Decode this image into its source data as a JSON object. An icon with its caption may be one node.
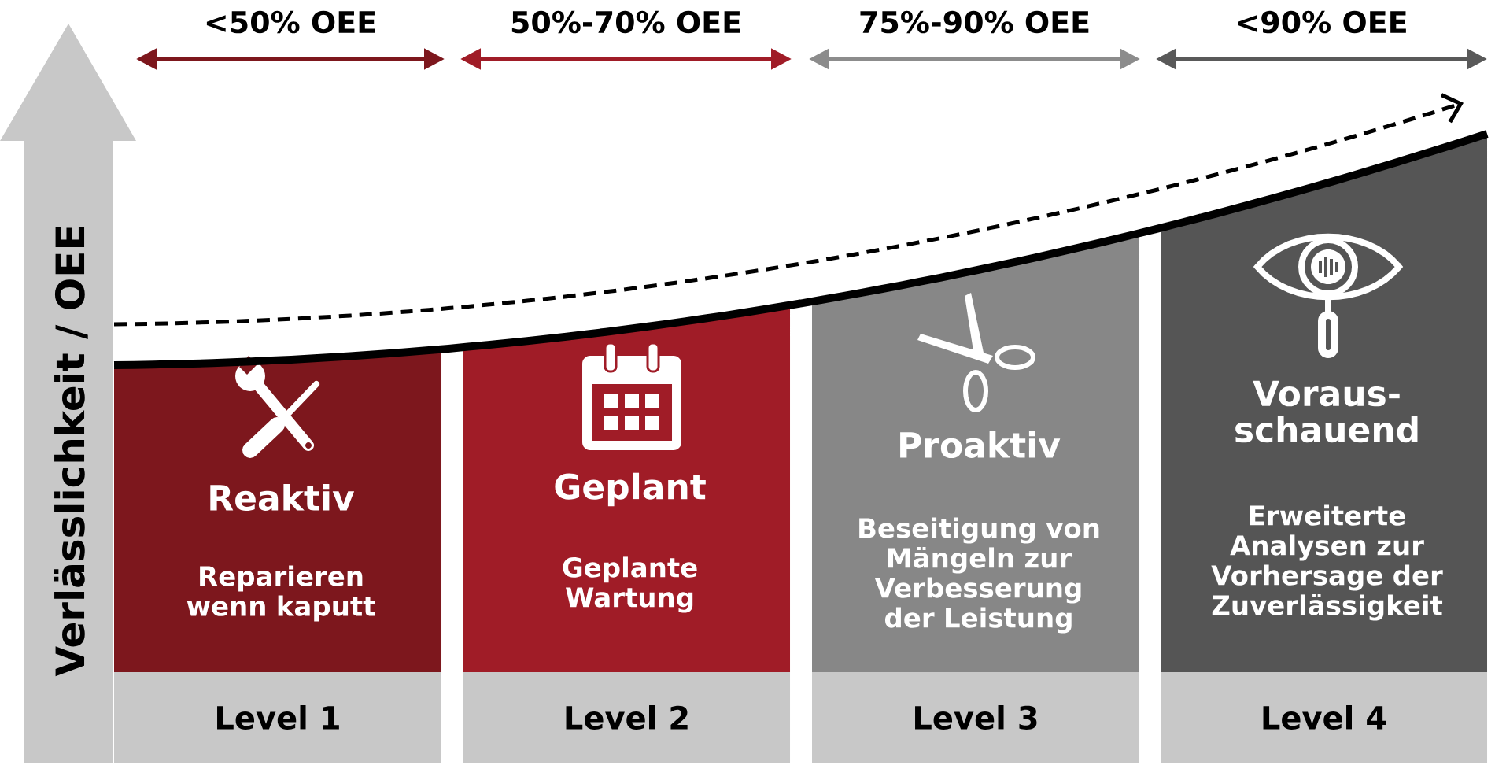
{
  "diagram": {
    "nodes": [
      {
        "text": [
          "Verlässlichkeit / OEE"
        ]
      },
      {
        "text": [
          "Reaktiv",
          "Reparieren wenn kaputt"
        ]
      },
      {
        "text": [
          "Level 1"
        ]
      },
      {
        "text": [
          "Geplant",
          "Geplante Wartung"
        ]
      },
      {
        "text": [
          "Level 2"
        ]
      },
      {
        "text": [
          "Proaktiv",
          "Beseitigung von Mängeln zur Verbesserung der Leistung"
        ]
      },
      {
        "text": [
          "Level 3"
        ]
      },
      {
        "text": [
          "Voraus- schauend",
          "Erweiterte Analysen zur Vorhersage der Zuverlässigkeit"
        ]
      },
      {
        "text": [
          "Level 4"
        ]
      }
    ],
    "labels": [
      "<50% OEE",
      "50%-70% OEE",
      "75%-90% OEE",
      "<90% OEE"
    ]
  }
}
